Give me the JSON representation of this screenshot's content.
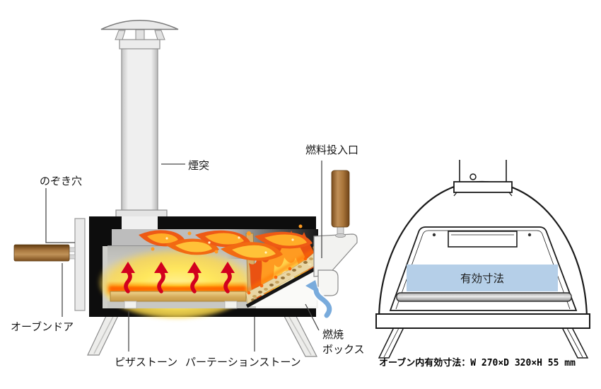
{
  "labels": {
    "chimney": "煙突",
    "peephole": "のぞき穴",
    "oven_door": "オーブンドア",
    "pizza_stone": "ピザストーン",
    "partition_stone": "パーテーションストーン",
    "fuel_inlet": "燃料投入口",
    "combustion_box_line1": "燃焼",
    "combustion_box_line2": "ボックス",
    "effective_area": "有効寸法",
    "oven_inner_dimensions": "オーブン内有効寸法：W 270×D 320×H 55 mm"
  },
  "colors": {
    "body_black": "#0d0d0d",
    "flame_red_orange": "#ee5a15",
    "flame_orange": "#ff9b21",
    "flame_yellow": "#ffd24a",
    "heat_glow_yellow": "#ffe75c",
    "stone_tan": "#d9b36b",
    "heat_arrow_red": "#d2001e",
    "air_arrow_blue": "#79abdc",
    "effective_area_blue": "#b5cfe8",
    "handle_brown": "#a06a2e"
  }
}
